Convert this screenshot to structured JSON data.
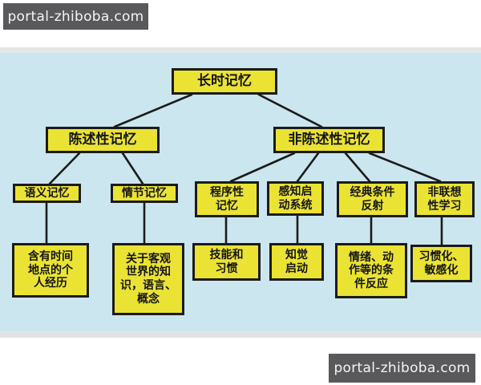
{
  "watermark": {
    "top_left": "portal-zhiboba.com",
    "bottom_right": "portal-zhiboba.com"
  },
  "colors": {
    "node_fill": "#ebe334",
    "node_border": "#1b1b1b",
    "panel_bg": "#cbe6ef",
    "edge_line": "#1b1b1b",
    "watermark_bg": "#59595b",
    "watermark_text": "#f5f5f5"
  },
  "nodes": {
    "root": {
      "label": "长时记忆"
    },
    "declarative": {
      "label": "陈述性记忆"
    },
    "nondeclarative": {
      "label": "非陈述性记忆"
    },
    "semantic": {
      "label": "语义记忆"
    },
    "episodic": {
      "label": "情节记忆"
    },
    "procedural": {
      "label": "程序性\n记忆"
    },
    "priming": {
      "label": "感知启\n动系统"
    },
    "classical": {
      "label": "经典条件\n反射"
    },
    "nonassociative": {
      "label": "非联想\n性学习"
    },
    "semantic_desc": {
      "label": "含有时间\n地点的个\n人经历"
    },
    "episodic_desc": {
      "label": "关于客观\n世界的知\n识，语言、\n概念"
    },
    "procedural_desc": {
      "label": "技能和\n习惯"
    },
    "priming_desc": {
      "label": "知觉\n启动"
    },
    "classical_desc": {
      "label": "情绪、动\n作等的条\n件反应"
    },
    "nonassociative_desc": {
      "label": "习惯化、\n敏感化"
    }
  },
  "edges": [
    [
      "root",
      "declarative"
    ],
    [
      "root",
      "nondeclarative"
    ],
    [
      "declarative",
      "semantic"
    ],
    [
      "declarative",
      "episodic"
    ],
    [
      "nondeclarative",
      "procedural"
    ],
    [
      "nondeclarative",
      "priming"
    ],
    [
      "nondeclarative",
      "classical"
    ],
    [
      "nondeclarative",
      "nonassociative"
    ],
    [
      "semantic",
      "semantic_desc"
    ],
    [
      "episodic",
      "episodic_desc"
    ],
    [
      "procedural",
      "procedural_desc"
    ],
    [
      "priming",
      "priming_desc"
    ],
    [
      "classical",
      "classical_desc"
    ],
    [
      "nonassociative",
      "nonassociative_desc"
    ]
  ]
}
